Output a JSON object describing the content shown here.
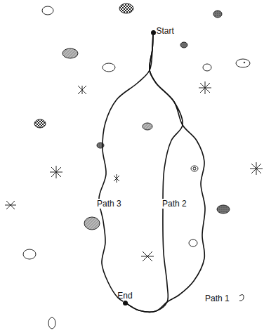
{
  "diagram": {
    "nodes": [
      {
        "text": [
          "Start"
        ]
      },
      {
        "text": [
          "End"
        ]
      }
    ],
    "edges": [
      {
        "from": 0,
        "to": 1,
        "arrow": "none",
        "label": "Path 1"
      },
      {
        "from": 0,
        "to": 1,
        "arrow": "none",
        "label": "Path 2"
      },
      {
        "from": 0,
        "to": 1,
        "arrow": "none",
        "label": "Path 3"
      }
    ]
  }
}
